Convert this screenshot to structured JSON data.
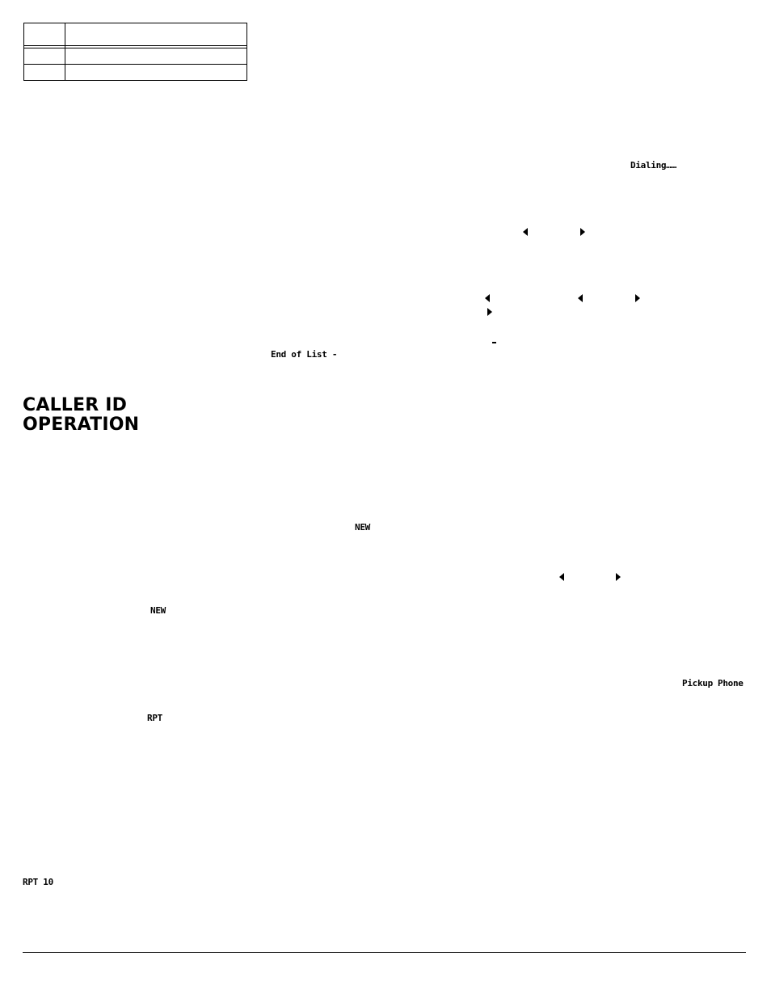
{
  "heading": {
    "line1": "CALLER ID",
    "line2": "OPERATION"
  },
  "display_texts": {
    "dialing": "Dialing……",
    "end_of_list": "End of List -",
    "new_1": "NEW",
    "new_2": "NEW",
    "pickup": "Pickup",
    "phone": "Phone",
    "rpt": "RPT",
    "rpt_10": "RPT 10"
  },
  "icons": [
    "left-arrow-icon",
    "right-arrow-icon"
  ]
}
